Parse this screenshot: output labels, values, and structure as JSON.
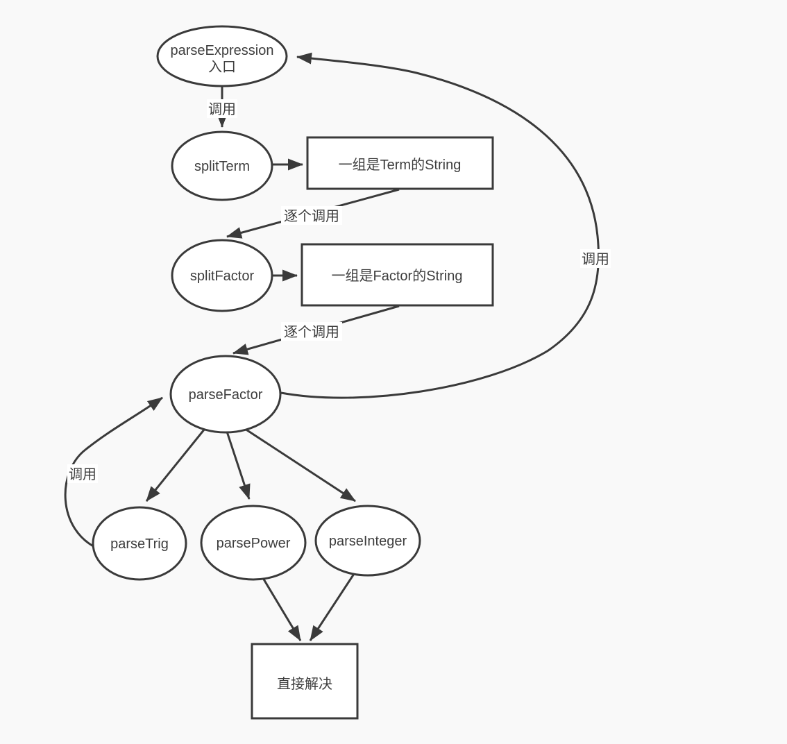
{
  "diagram": {
    "background_color": "#f9f9f9",
    "stroke_color": "#3a3a3a",
    "node_fill_color": "#ffffff",
    "text_color": "#3d3d3d"
  },
  "nodes": {
    "parse_expression": {
      "shape": "ellipse",
      "label": "parseExpression",
      "sublabel": "入口"
    },
    "split_term": {
      "shape": "ellipse",
      "label": "splitTerm"
    },
    "term_strings": {
      "shape": "rect",
      "label": "一组是Term的String"
    },
    "split_factor": {
      "shape": "ellipse",
      "label": "splitFactor"
    },
    "factor_strings": {
      "shape": "rect",
      "label": "一组是Factor的String"
    },
    "parse_factor": {
      "shape": "ellipse",
      "label": "parseFactor"
    },
    "parse_trig": {
      "shape": "ellipse",
      "label": "parseTrig"
    },
    "parse_power": {
      "shape": "ellipse",
      "label": "parsePower"
    },
    "parse_integer": {
      "shape": "ellipse",
      "label": "parseInteger"
    },
    "direct_solve": {
      "shape": "rect",
      "label": "直接解决"
    }
  },
  "edge_labels": {
    "call_top": "调用",
    "each_call_1": "逐个调用",
    "each_call_2": "逐个调用",
    "call_right": "调用",
    "call_left": "调用"
  },
  "edges": [
    {
      "from": "parseExpression 入口",
      "to": "splitTerm",
      "label": "调用"
    },
    {
      "from": "splitTerm",
      "to": "一组是Term的String",
      "label": ""
    },
    {
      "from": "一组是Term的String",
      "to": "splitFactor",
      "label": "逐个调用"
    },
    {
      "from": "splitFactor",
      "to": "一组是Factor的String",
      "label": ""
    },
    {
      "from": "一组是Factor的String",
      "to": "parseFactor",
      "label": "逐个调用"
    },
    {
      "from": "parseFactor",
      "to": "parseExpression 入口",
      "label": "调用"
    },
    {
      "from": "parseFactor",
      "to": "parseTrig",
      "label": ""
    },
    {
      "from": "parseFactor",
      "to": "parsePower",
      "label": ""
    },
    {
      "from": "parseFactor",
      "to": "parseInteger",
      "label": ""
    },
    {
      "from": "parseTrig",
      "to": "parseFactor",
      "label": "调用"
    },
    {
      "from": "parsePower",
      "to": "直接解决",
      "label": ""
    },
    {
      "from": "parseInteger",
      "to": "直接解决",
      "label": ""
    }
  ]
}
